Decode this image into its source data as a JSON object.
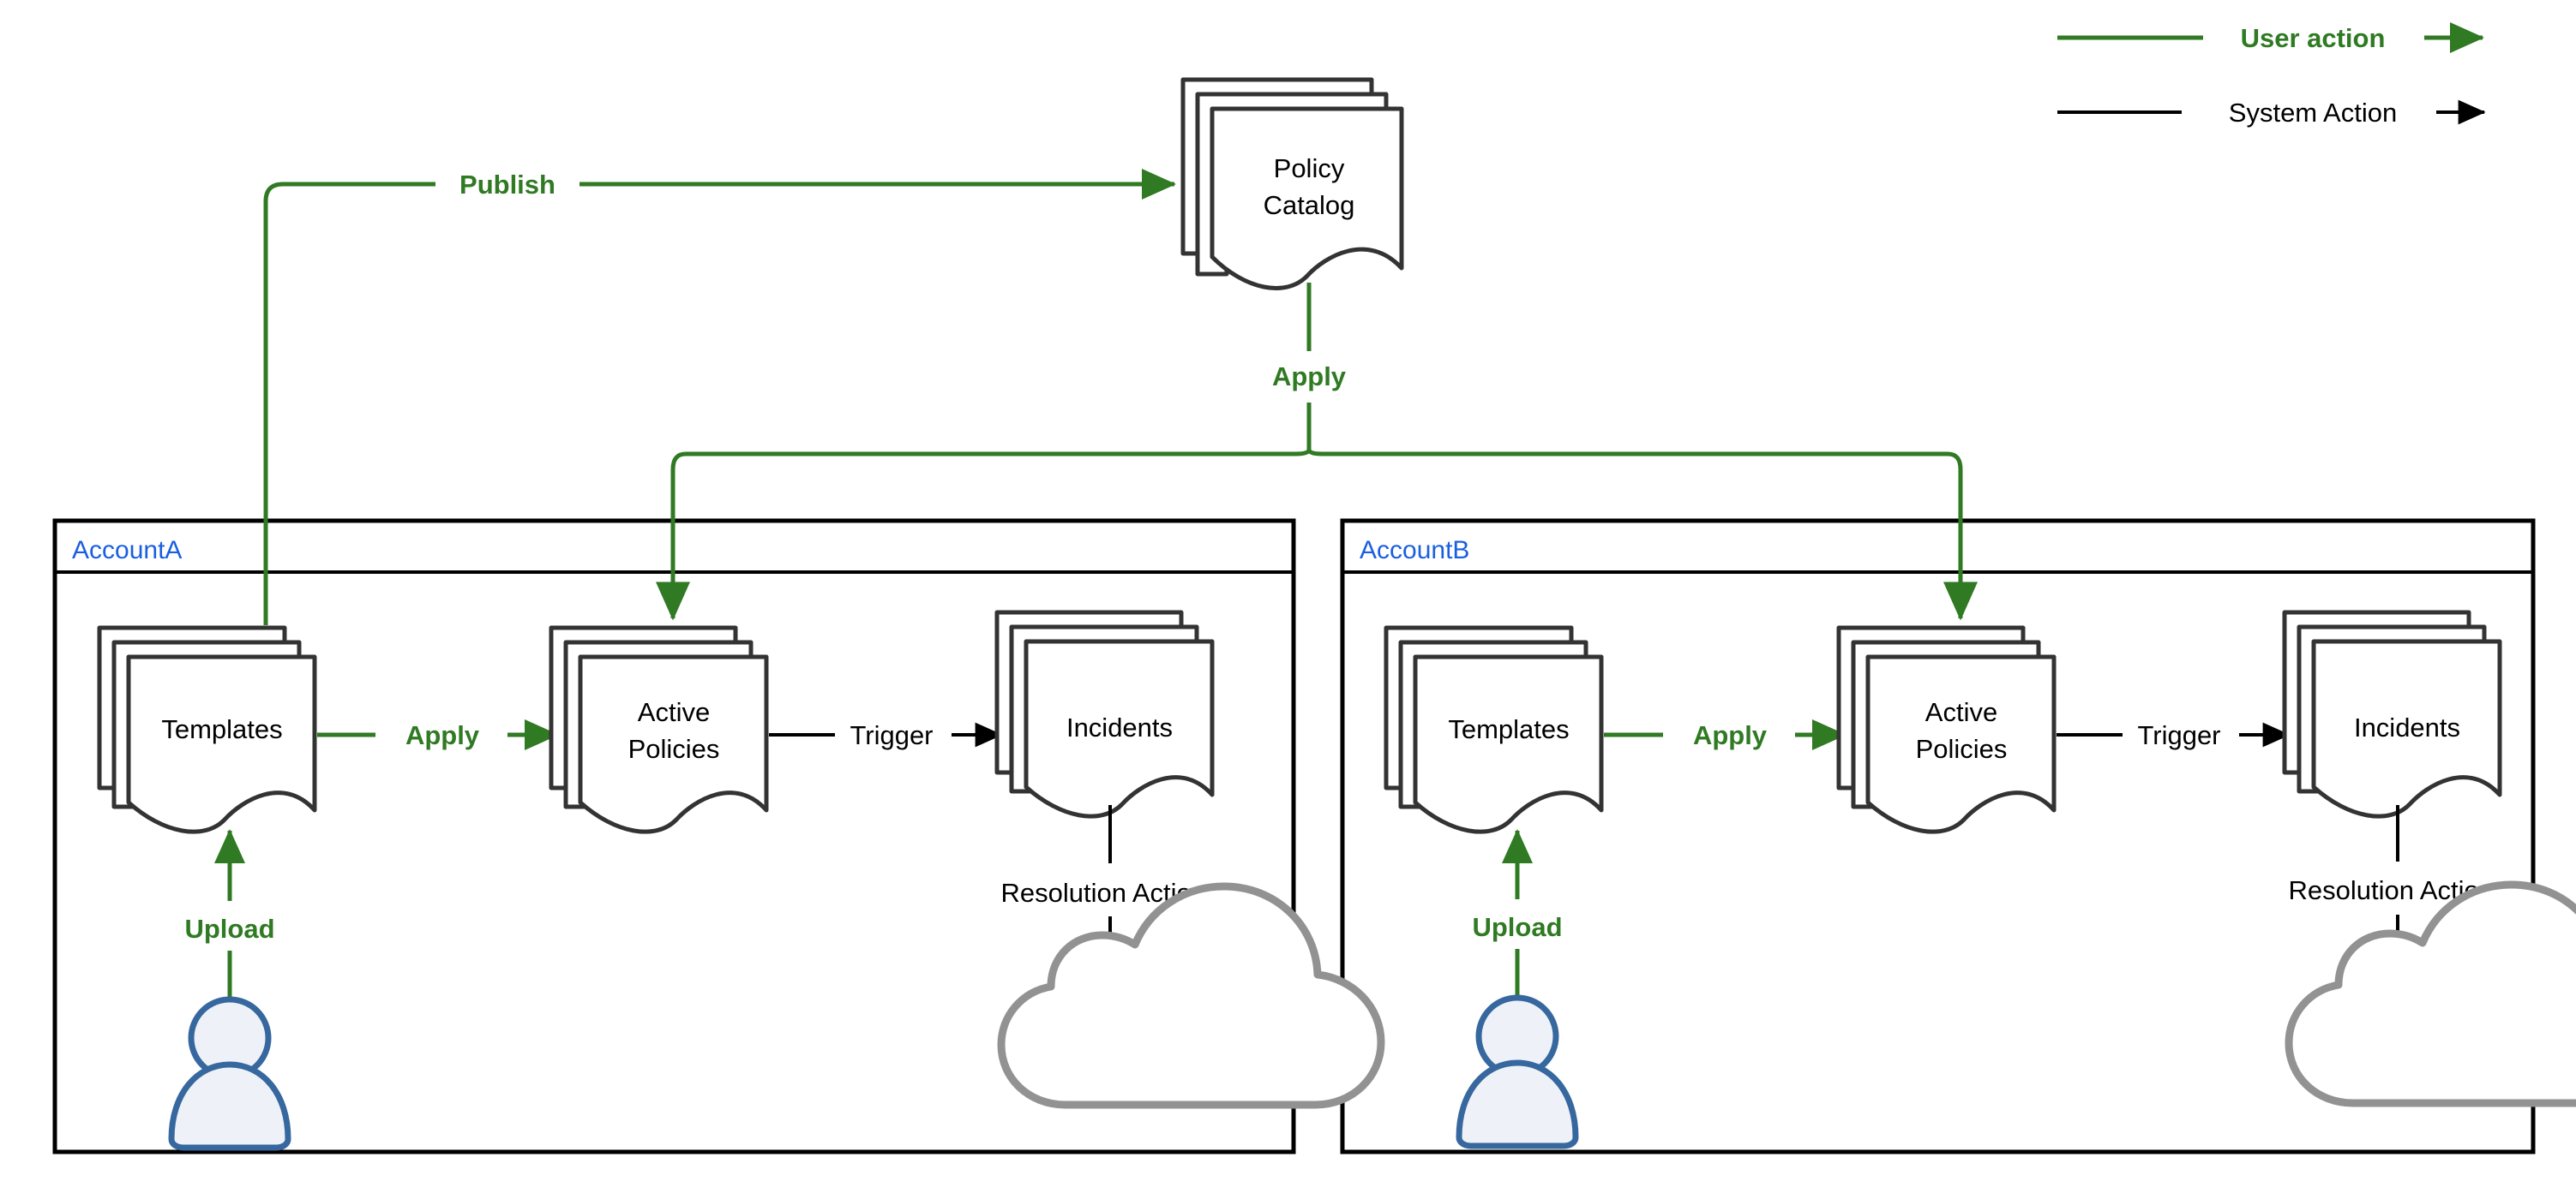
{
  "colors": {
    "user_action": "#2F7A22",
    "system_action": "#000000",
    "account_label": "#1a5fe0",
    "document_outline": "#333333",
    "cloud_outline": "#929292",
    "actor_outline": "#36679e",
    "actor_fill": "#eef2f8",
    "background": "#ffffff"
  },
  "legend": {
    "user_action_label": "User action",
    "system_action_label": "System Action"
  },
  "central": {
    "policy_catalog": {
      "line1": "Policy",
      "line2": "Catalog"
    },
    "publish_label": "Publish",
    "apply_label": "Apply"
  },
  "accounts": [
    {
      "name": "AccountA",
      "nodes": {
        "templates": "Templates",
        "active_policies_line1": "Active",
        "active_policies_line2": "Policies",
        "incidents": "Incidents"
      },
      "edges": {
        "upload": "Upload",
        "apply": "Apply",
        "trigger": "Trigger",
        "resolution_actions": "Resolution Actions"
      },
      "actor": "user-actor",
      "target": "cloud"
    },
    {
      "name": "AccountB",
      "nodes": {
        "templates": "Templates",
        "active_policies_line1": "Active",
        "active_policies_line2": "Policies",
        "incidents": "Incidents"
      },
      "edges": {
        "upload": "Upload",
        "apply": "Apply",
        "trigger": "Trigger",
        "resolution_actions": "Resolution Actions"
      },
      "actor": "user-actor",
      "target": "cloud"
    }
  ]
}
